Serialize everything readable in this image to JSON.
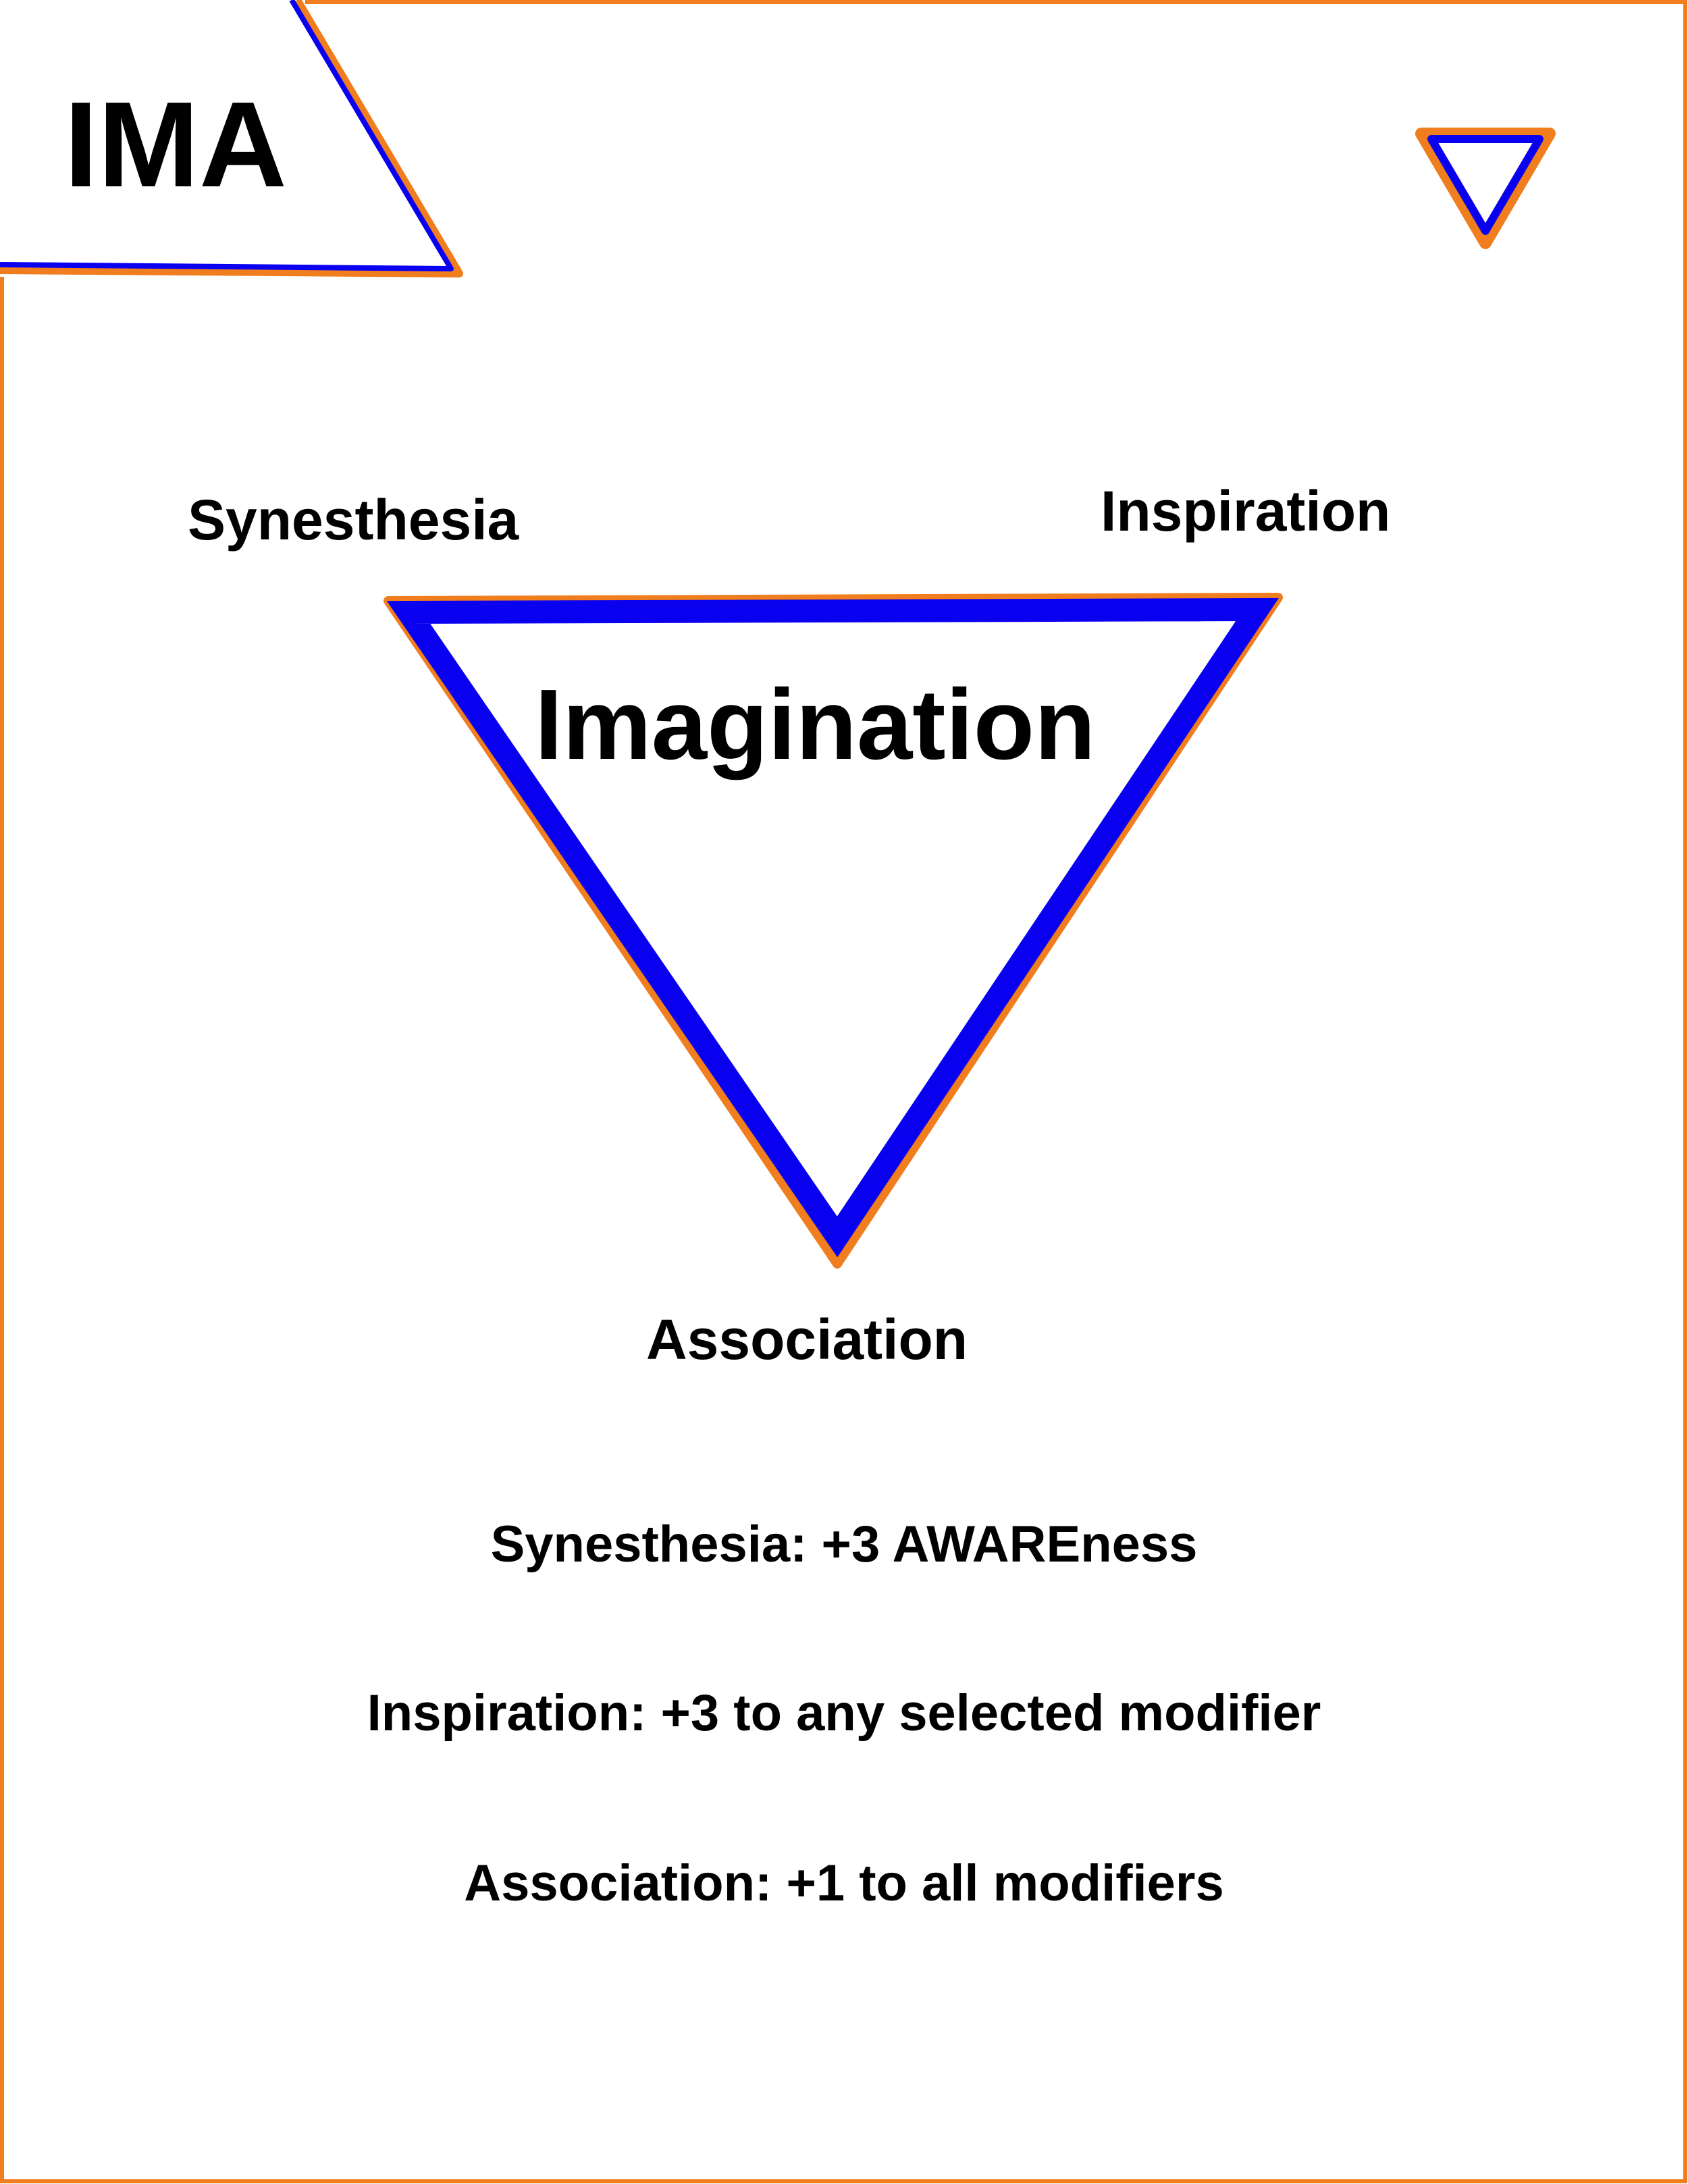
{
  "card": {
    "abbreviation": "IMA",
    "title": "Imagination",
    "vertices": {
      "top_left": "Synesthesia",
      "top_right": "Inspiration",
      "bottom": "Association"
    },
    "effects": [
      "Synesthesia: +3 AWAREness",
      "Inspiration: +3 to any selected modifier",
      "Association: +1 to all modifiers"
    ]
  },
  "colors": {
    "border": "#f07d1e",
    "triangle_blue": "#0a00f0",
    "text": "#000000",
    "background": "#ffffff"
  },
  "icons": {
    "corner_tab": "corner-tab-shape",
    "mini_triangle": "down-triangle-icon",
    "main_triangle": "down-triangle-icon"
  }
}
